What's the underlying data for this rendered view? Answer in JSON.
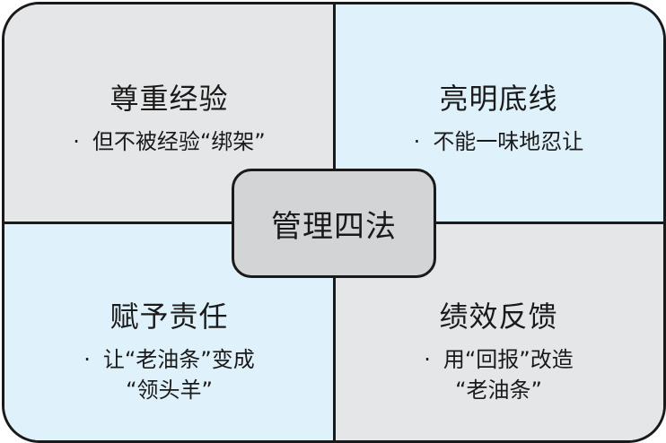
{
  "center": {
    "title": "管理四法"
  },
  "quadrants": {
    "top_left": {
      "title": "尊重经验",
      "bullet": "·",
      "line1": "但不被经验“绑架”"
    },
    "top_right": {
      "title": "亮明底线",
      "bullet": "·",
      "line1": "不能一味地忍让"
    },
    "bottom_left": {
      "title": "赋予责任",
      "bullet": "·",
      "line1": "让“老油条”变成",
      "line2": "“领头羊”"
    },
    "bottom_right": {
      "title": "绩效反馈",
      "bullet": "·",
      "line1": "用“回报”改造",
      "line2": "“老油条”"
    }
  },
  "colors": {
    "gray_fill": "#e5e6e8",
    "blue_fill": "#dff1fb",
    "center_fill": "#d3d4d6",
    "stroke": "#1a1a1a"
  }
}
